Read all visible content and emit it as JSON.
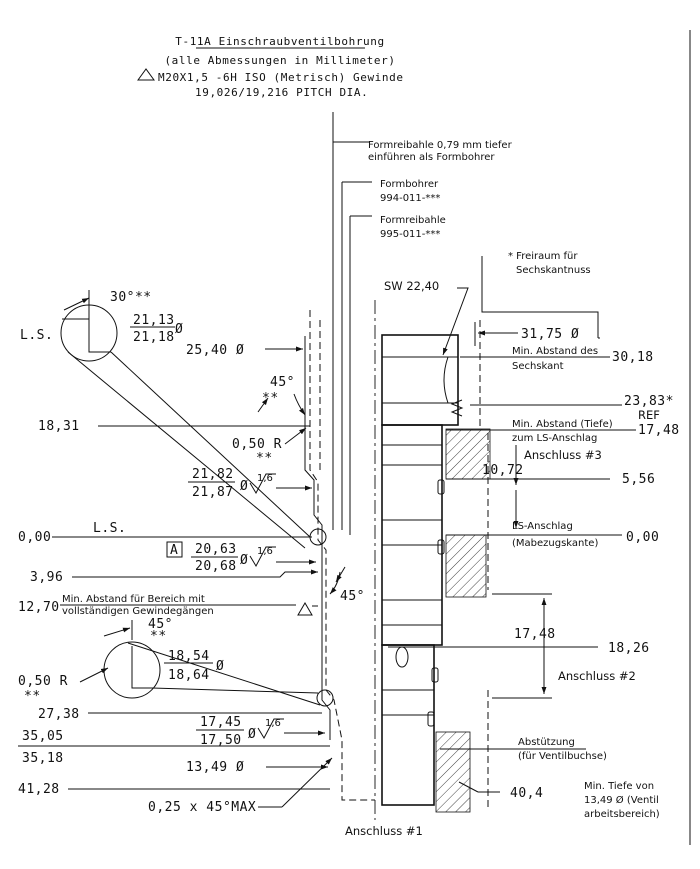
{
  "header": {
    "title": "T-11A Einschraubventilbohrung",
    "subtitle": "(alle Abmessungen in Millimeter)",
    "thread_line": "M20X1,5 -6H ISO (Metrisch) Gewinde",
    "pitch_line": "19,026/19,216 PITCH DIA."
  },
  "callouts": {
    "formreibahle_tiefer_1": "Formreibahle 0,79 mm tiefer",
    "formreibahle_tiefer_2": "einführen als Formbohrer",
    "formbohrer": "Formbohrer",
    "formbohrer_nr": "994-011-***",
    "formreibahle": "Formreibahle",
    "formreibahle_nr": "995-011-***",
    "freiraum_1": "* Freiraum für",
    "freiraum_2": "Sechskantnuss",
    "sw": "SW 22,40",
    "min_abstand_sechskant_1": "Min. Abstand des",
    "min_abstand_sechskant_2": "Sechskant",
    "min_abstand_tiefe_1": "Min. Abstand (Tiefe)",
    "min_abstand_tiefe_2": "zum LS-Anschlag",
    "anschluss_3": "Anschluss #3",
    "ls_anschlag": "LS-Anschlag",
    "mabezugskante": "(Mabezugskante)",
    "anschluss_2": "Anschluss #2",
    "abstuetzung_1": "Abstützung",
    "abstuetzung_2": "(für Ventilbuchse)",
    "min_tiefe_1": "Min. Tiefe von",
    "min_tiefe_2": "13,49 Ø (Ventil",
    "min_tiefe_3": "arbeitsbereich)",
    "anschluss_1": "Anschluss #1",
    "min_abstand_bereich_1": "Min. Abstand für Bereich mit",
    "min_abstand_bereich_2": "vollständigen Gewindegängen"
  },
  "dims": {
    "angle_30": "30°**",
    "ls_detail": "L.S.",
    "d_21_13": "21,13",
    "d_21_18": "21,18",
    "dia": "Ø",
    "d_25_40": "25,40 Ø",
    "angle_45_top": "45°",
    "stars": "**",
    "d_18_31": "18,31",
    "r_0_50": "0,50 R",
    "d_21_82": "21,82",
    "d_21_87": "21,87",
    "finish": "1,6",
    "d_0_00_left": "0,00",
    "ls_label": "L.S.",
    "datum_a": "A",
    "d_20_63": "20,63",
    "d_20_68": "20,68",
    "d_3_96": "3,96",
    "angle_45_mid": "45°",
    "d_12_70": "12,70",
    "angle_45_low": "45°",
    "d_18_54": "18,54",
    "d_18_64": "18,64",
    "r_0_50_low": "0,50 R",
    "d_27_38": "27,38",
    "d_17_45": "17,45",
    "d_17_50": "17,50",
    "d_35_05": "35,05",
    "d_35_18": "35,18",
    "d_13_49": "13,49 Ø",
    "d_41_28": "41,28",
    "chamfer": "0,25 x 45°MAX",
    "d_31_75": "31,75 Ø",
    "d_30_18": "30,18",
    "d_23_83": "23,83*",
    "ref": "REF",
    "d_17_48": "17,48",
    "d_10_72": "10,72",
    "d_5_56": "5,56",
    "d_0_00_right": "0,00",
    "d_17_48_mid": "17,48",
    "d_18_26": "18,26",
    "d_40_4": "40,4"
  }
}
